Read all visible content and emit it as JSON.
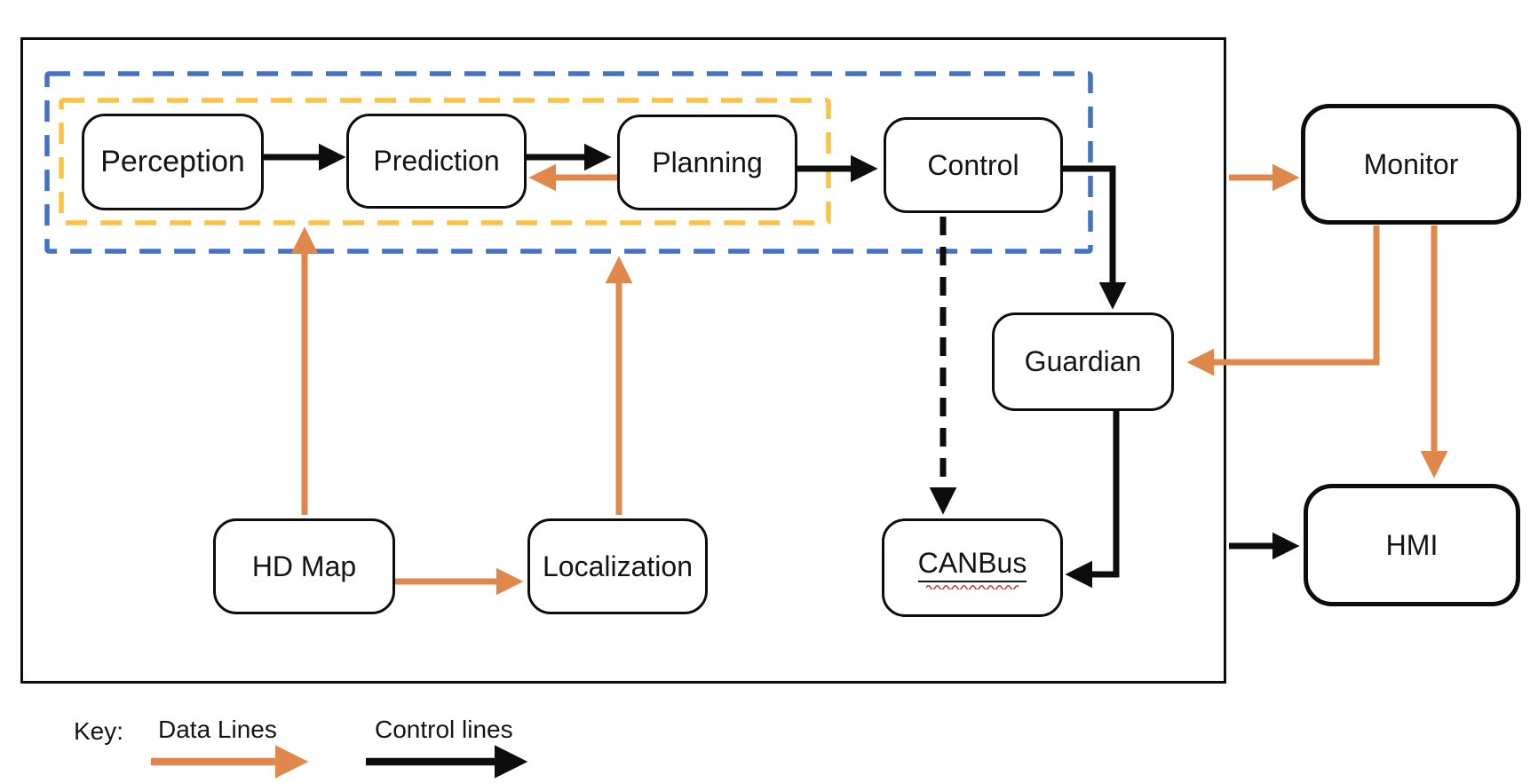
{
  "nodes": {
    "perception": {
      "label": "Perception"
    },
    "prediction": {
      "label": "Prediction"
    },
    "planning": {
      "label": "Planning"
    },
    "control": {
      "label": "Control"
    },
    "monitor": {
      "label": "Monitor"
    },
    "guardian": {
      "label": "Guardian"
    },
    "canbus": {
      "label": "CANBus"
    },
    "hdmap": {
      "label": "HD Map"
    },
    "localization": {
      "label": "Localization"
    },
    "hmi": {
      "label": "HMI"
    }
  },
  "key": {
    "title": "Key:",
    "data_lines_label": "Data Lines",
    "control_lines_label": "Control lines"
  },
  "colors": {
    "data_line": "#E0874B",
    "control_line": "#0d0d0d",
    "module_group_border": "#4472C4",
    "inner_group_border": "#FCC245",
    "node_border": "#0d0d0d",
    "spellcheck_squiggle": "#E0312D"
  }
}
